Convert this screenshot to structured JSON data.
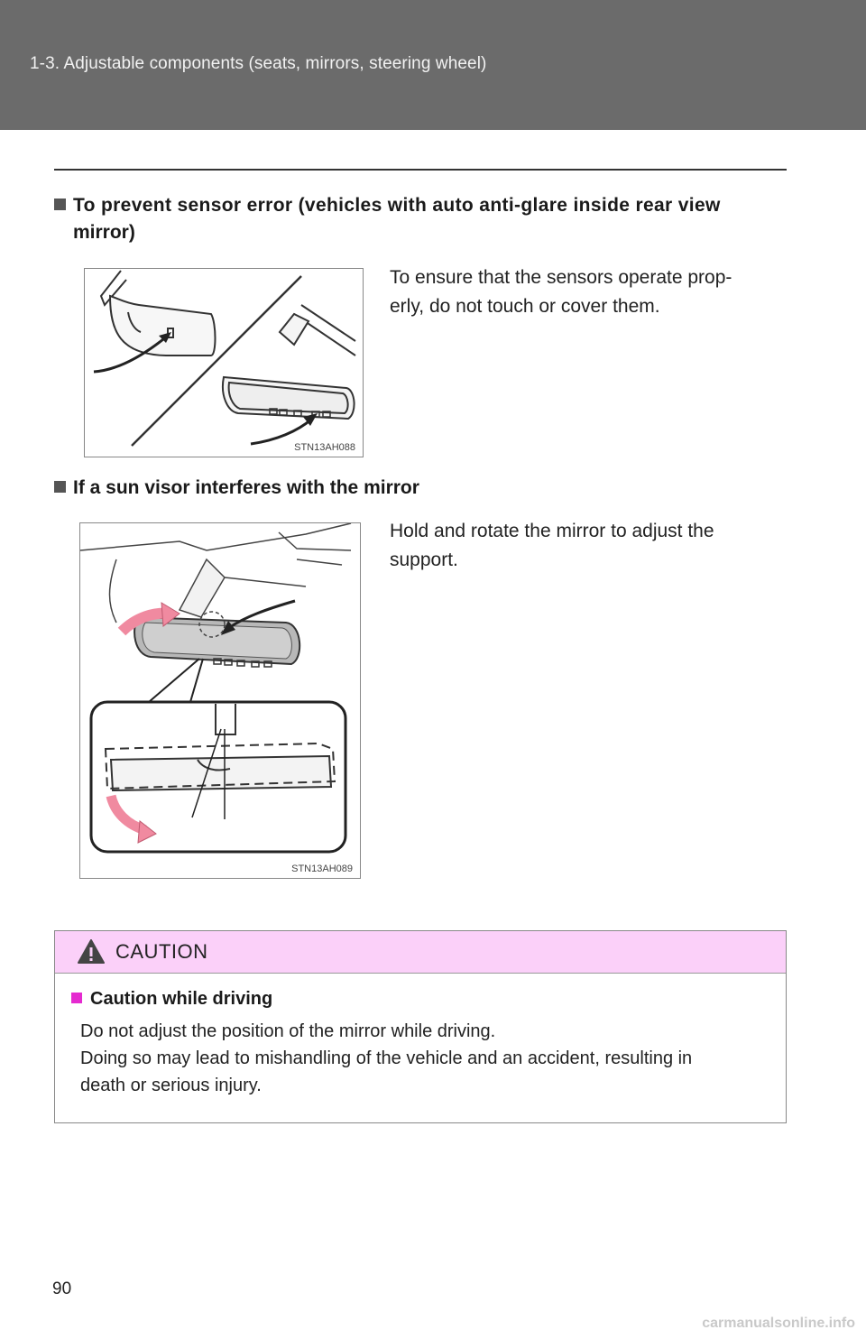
{
  "header": {
    "title": "1-3. Adjustable components (seats, mirrors, steering wheel)"
  },
  "sections": [
    {
      "heading": "To prevent sensor error (vehicles with auto anti-glare inside rear view mirror)",
      "heading_line1": "To prevent sensor error (vehicles with auto anti-glare inside rear view",
      "heading_line2": "mirror)",
      "text": "To ensure that the sensors operate properly, do not touch or cover them.",
      "text_line1": "To ensure that the sensors operate prop-",
      "text_line2": "erly, do not touch or cover them.",
      "figure_code": "STN13AH088"
    },
    {
      "heading": "If a sun visor interferes with the mirror",
      "text_line1": "Hold and rotate the mirror to adjust the",
      "text_line2": "support.",
      "figure_code": "STN13AH089"
    }
  ],
  "caution": {
    "title": "CAUTION",
    "subheading": "Caution while driving",
    "line1": "Do not adjust the position of the mirror while driving.",
    "line2": "Doing so may lead to mishandling of the vehicle and an accident, resulting in",
    "line3": "death or serious injury."
  },
  "page_number": "90",
  "watermark": "carmanualsonline.info",
  "colors": {
    "header_bg": "#6b6b6b",
    "caution_bg": "#fbd0f9",
    "caution_bullet": "#e52ad0",
    "arrow": "#f08aa0"
  }
}
